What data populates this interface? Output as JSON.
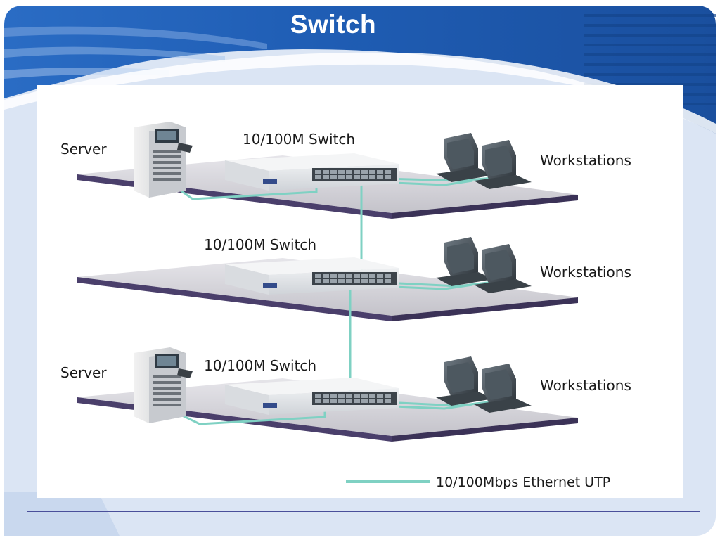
{
  "slide": {
    "title": "Switch"
  },
  "diagram": {
    "switch_label": "10/100M Switch",
    "server_label": "Server",
    "workstations_label": "Workstations",
    "legend_label": "10/100Mbps Ethernet UTP"
  },
  "colors": {
    "theme_blue": "#1f5fb8",
    "cable": "#7fd1c3",
    "platform_top": "#d4d3d8",
    "platform_edge": "#4a3f6b",
    "rule": "#4a4f9a"
  }
}
